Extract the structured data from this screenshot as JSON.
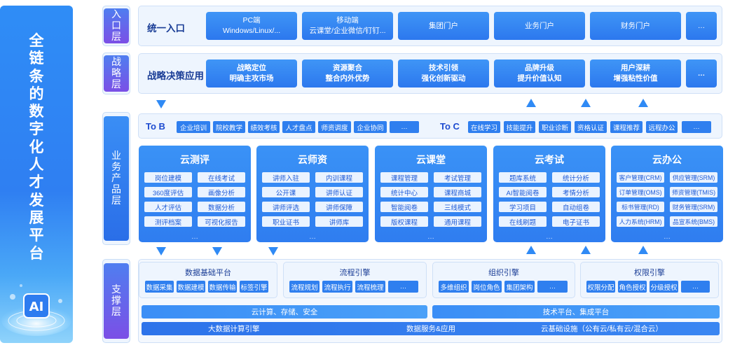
{
  "banner": {
    "title_chars": [
      "全",
      "链",
      "条",
      "的",
      "数",
      "字",
      "化",
      "人",
      "才",
      "发",
      "展",
      "平",
      "台"
    ],
    "emblem_text": "AI"
  },
  "layers": {
    "entry": [
      "入",
      "口",
      "层"
    ],
    "strategy": [
      "战",
      "略",
      "层"
    ],
    "business": [
      "业",
      "务",
      "产",
      "品",
      "层"
    ],
    "support": [
      "支",
      "撑",
      "层"
    ]
  },
  "entry_row": {
    "title": "统一入口",
    "items": [
      {
        "line1": "PC端",
        "line2": "Windows/Linux/..."
      },
      {
        "line1": "移动端",
        "line2": "云课堂/企业微信/钉钉..."
      },
      {
        "line1": "集团门户",
        "line2": ""
      },
      {
        "line1": "业务门户",
        "line2": ""
      },
      {
        "line1": "财务门户",
        "line2": ""
      },
      {
        "line1": "…",
        "line2": ""
      }
    ]
  },
  "strategy_row": {
    "title": "战略决策应用",
    "items": [
      {
        "line1": "战略定位",
        "line2": "明确主攻市场"
      },
      {
        "line1": "资源聚合",
        "line2": "整合内外优势"
      },
      {
        "line1": "技术引领",
        "line2": "强化创新驱动"
      },
      {
        "line1": "品牌升级",
        "line2": "提升价值认知"
      },
      {
        "line1": "用户深耕",
        "line2": "增强粘性价值"
      },
      {
        "line1": "…",
        "line2": ""
      }
    ]
  },
  "channel_row": {
    "tob_label": "To B",
    "tob_tags": [
      "企业培训",
      "院校教学",
      "绩效考核",
      "人才盘点",
      "师资调度",
      "企业协同",
      "…"
    ],
    "toc_label": "To C",
    "toc_tags": [
      "在线学习",
      "技能提升",
      "职业诊断",
      "资格认证",
      "课程推荐",
      "远程办公",
      "…"
    ]
  },
  "products": [
    {
      "title": "云测评",
      "chips": [
        "岗位建模",
        "在线考试",
        "360度评估",
        "画像分析",
        "人才评估",
        "数据分析",
        "测评档案",
        "可视化报告"
      ],
      "more": "…"
    },
    {
      "title": "云师资",
      "chips": [
        "讲师入驻",
        "内训课程",
        "公开课",
        "讲师认证",
        "讲师评选",
        "讲师保障",
        "职业证书",
        "讲师库"
      ],
      "more": "…"
    },
    {
      "title": "云课堂",
      "chips": [
        "课程管理",
        "考试管理",
        "统计中心",
        "课程商城",
        "智能阅卷",
        "三线模式",
        "版权课程",
        "通用课程"
      ],
      "more": "…"
    },
    {
      "title": "云考试",
      "chips": [
        "题库系统",
        "统计分析",
        "AI智能阅卷",
        "考情分析",
        "学习项目",
        "自动组卷",
        "在线刷题",
        "电子证书"
      ],
      "more": "…"
    },
    {
      "title": "云办公",
      "chips": [
        "客户管理(CRM)",
        "供应管理(SRM)",
        "订单管理(OMS)",
        "师资管理(TMIS)",
        "标书管理(RD)",
        "财务管理(SRM)",
        "人力系统(HRM)",
        "品宣系统(BMS)"
      ],
      "more": "…"
    }
  ],
  "support": {
    "groups": [
      {
        "title": "数据基础平台",
        "tags": [
          "数据采集",
          "数据建模",
          "数据传输",
          "标签引擎"
        ]
      },
      {
        "title": "流程引擎",
        "tags": [
          "流程规划",
          "流程执行",
          "流程梳理",
          "…"
        ]
      },
      {
        "title": "组织引擎",
        "tags": [
          "多维组织",
          "岗位角色",
          "集团架构",
          "…"
        ]
      },
      {
        "title": "权限引擎",
        "tags": [
          "权限分配",
          "角色授权",
          "分级授权",
          "…"
        ]
      }
    ],
    "bar1_left": "云计算、存储、安全",
    "bar1_right": "技术平台、集成平台",
    "bar2": [
      "大数据计算引擎",
      "数据服务&应用",
      "云基础设施（公有云/私有云/混合云）"
    ]
  }
}
